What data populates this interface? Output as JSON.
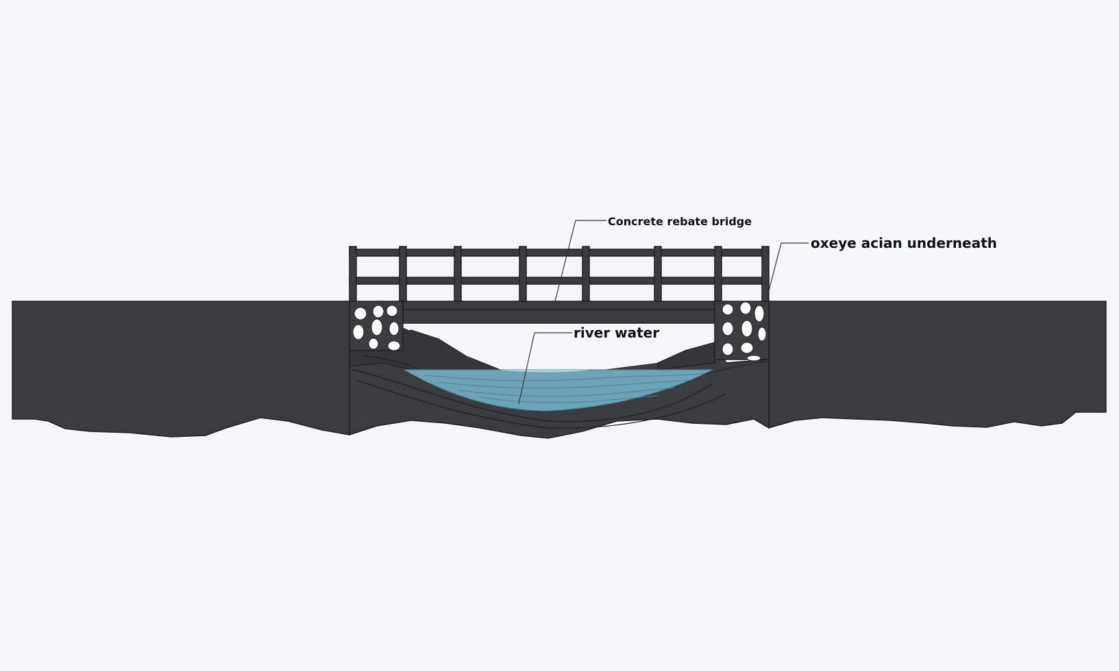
{
  "colors": {
    "background": "#f5f8fb",
    "ground": "#3b3c3e",
    "ground_dark": "#2e2f31",
    "outline": "#1f2022",
    "water": "#6ea3b7",
    "water_light": "#a9d3e0",
    "stone": "#ffffff",
    "leader": "#333333"
  },
  "labels": {
    "bridge": "Concrete rebate bridge",
    "underneath": "oxeye acian underneath",
    "water": "river water"
  },
  "icons": {
    "stone": "stone-icon"
  }
}
